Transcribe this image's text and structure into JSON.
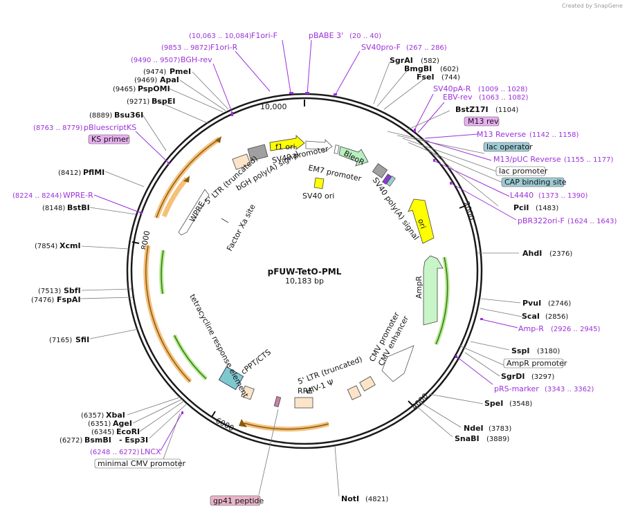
{
  "credit": "Created by SnapGene",
  "plasmid": {
    "name": "pFUW-TetO-PML",
    "size_label": "10,183 bp"
  },
  "ticks": [
    "10,000",
    "2000",
    "4000",
    "6000",
    "8000"
  ],
  "enzymes_right": [
    {
      "name": "SgrAI",
      "pos": "(582)"
    },
    {
      "name": "BmgBI",
      "pos": "(602)"
    },
    {
      "name": "FseI",
      "pos": "(744)"
    },
    {
      "name": "BstZ17I",
      "pos": "(1104)"
    },
    {
      "name": "PciI",
      "pos": "(1483)"
    },
    {
      "name": "AhdI",
      "pos": "(2376)"
    },
    {
      "name": "PvuI",
      "pos": "(2746)"
    },
    {
      "name": "ScaI",
      "pos": "(2856)"
    },
    {
      "name": "SspI",
      "pos": "(3180)"
    },
    {
      "name": "SgrDI",
      "pos": "(3297)"
    },
    {
      "name": "SpeI",
      "pos": "(3548)"
    },
    {
      "name": "NdeI",
      "pos": "(3783)"
    },
    {
      "name": "SnaBI",
      "pos": "(3889)"
    },
    {
      "name": "NotI",
      "pos": "(4821)"
    }
  ],
  "enzymes_left": [
    {
      "name": "PmeI",
      "pos": "(9474)"
    },
    {
      "name": "ApaI",
      "pos": "(9469)"
    },
    {
      "name": "PspOMI",
      "pos": "(9465)"
    },
    {
      "name": "BspEI",
      "pos": "(9271)"
    },
    {
      "name": "Bsu36I",
      "pos": "(8889)"
    },
    {
      "name": "PflMI",
      "pos": "(8412)"
    },
    {
      "name": "BstBI",
      "pos": "(8148)"
    },
    {
      "name": "XcmI",
      "pos": "(7854)"
    },
    {
      "name": "SbfI",
      "pos": "(7513)"
    },
    {
      "name": "FspAI",
      "pos": "(7476)"
    },
    {
      "name": "SfiI",
      "pos": "(7165)"
    },
    {
      "name": "XbaI",
      "pos": "(6357)"
    },
    {
      "name": "AgeI",
      "pos": "(6351)"
    },
    {
      "name": "EcoRI",
      "pos": "(6345)"
    },
    {
      "name": "BsmBI",
      "pos": "(6272)"
    },
    {
      "name": "- Esp3I",
      "pos": ""
    }
  ],
  "primers": [
    {
      "name": "F1ori-F",
      "range": "(10,063 .. 10,084)"
    },
    {
      "name": "pBABE 3'",
      "range": "(20 .. 40)"
    },
    {
      "name": "F1ori-R",
      "range": "(9853 .. 9872)"
    },
    {
      "name": "SV40pro-F",
      "range": "(267 .. 286)"
    },
    {
      "name": "BGH-rev",
      "range": "(9490 .. 9507)"
    },
    {
      "name": "SV40pA-R",
      "range": "(1009 .. 1028)"
    },
    {
      "name": "EBV-rev",
      "range": "(1063 .. 1082)"
    },
    {
      "name": "M13 Reverse",
      "range": "(1142 .. 1158)"
    },
    {
      "name": "M13/pUC Reverse",
      "range": "(1155 .. 1177)"
    },
    {
      "name": "L4440",
      "range": "(1373 .. 1390)"
    },
    {
      "name": "pBR322ori-F",
      "range": "(1624 .. 1643)"
    },
    {
      "name": "pBluescriptKS",
      "range": "(8763 .. 8779)"
    },
    {
      "name": "WPRE-R",
      "range": "(8224 .. 8244)"
    },
    {
      "name": "Amp-R",
      "range": "(2926 .. 2945)"
    },
    {
      "name": "pRS-marker",
      "range": "(3343 .. 3362)"
    },
    {
      "name": "LNCX",
      "range": "(6248 .. 6272)"
    }
  ],
  "boxed_labels": {
    "m13_rev": "M13 rev",
    "ks_primer": "KS primer",
    "lac_operator": "lac operator",
    "lac_promoter": "lac promoter",
    "cap_site": "CAP binding site",
    "ampr_promoter": "AmpR promoter",
    "min_cmv": "minimal CMV promoter",
    "gp41": "gp41 peptide"
  },
  "features": {
    "f1_ori": "f1 ori",
    "sv40_promoter": "SV40 promoter",
    "em7_promoter": "EM7 promoter",
    "bleor": "BleoR",
    "bgh_polya": "bGH poly(A) signal",
    "ltr5_trunc": "5' LTR (truncated)",
    "sv40_ori": "SV40 ori",
    "sv40_polya": "SV40 poly(A) signal",
    "ori": "ori",
    "wpre": "WPRE",
    "factor_xa": "Factor Xa site",
    "ampr": "AmpR",
    "cmv_promoter": "CMV promoter",
    "cmv_enhancer": "CMV enhancer",
    "ltr5_trunc_b": "5' LTR (truncated)",
    "hiv_psi": "HIV-1 Ψ",
    "rre": "RRE",
    "cppt": "cPPT/CTS",
    "tre": "tetracycline response element"
  },
  "colors": {
    "backbone": "#1a1a1a",
    "primer": "#9b30d9",
    "f1ori": "#ffff00",
    "bleor": "#b8f0c0",
    "ori": "#ffff00",
    "ampr": "#c8f5c8",
    "orf_orange": "#f5a623",
    "orf_green": "#6ec832",
    "box_purple": "#e8b0f0",
    "box_blue": "#9ecbd4",
    "box_pink": "#e8b4c8"
  }
}
